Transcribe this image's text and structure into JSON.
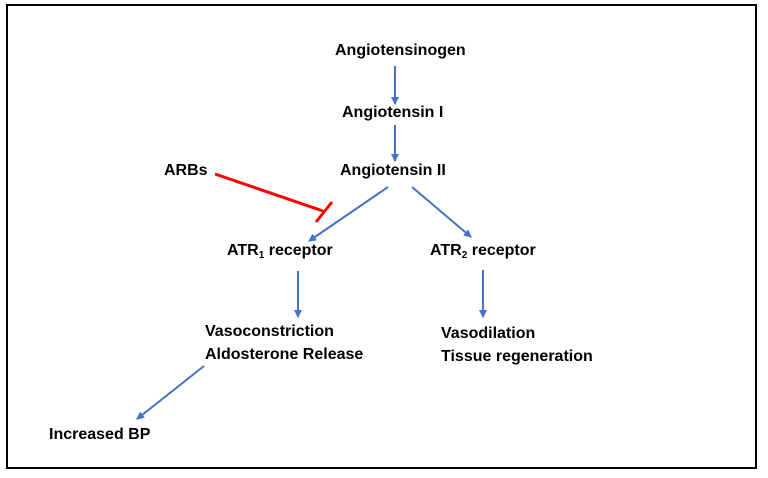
{
  "diagram": {
    "nodes": {
      "angiotensinogen": "Angiotensinogen",
      "angiotensin_1": "Angiotensin I",
      "angiotensin_2": "Angiotensin II",
      "arbs": "ARBs",
      "atr1": {
        "prefix": "ATR",
        "sub": "1",
        "suffix": " receptor"
      },
      "atr2": {
        "prefix": "ATR",
        "sub": "2",
        "suffix": " receptor"
      },
      "vasoconstriction": "Vasoconstriction",
      "aldosterone": "Aldosterone Release",
      "vasodilation": "Vasodilation",
      "tissue_regen": "Tissue regeneration",
      "increased_bp": "Increased BP"
    },
    "colors": {
      "arrow": "#4472C4",
      "inhibitor": "#FF0000",
      "border": "#000000"
    }
  }
}
